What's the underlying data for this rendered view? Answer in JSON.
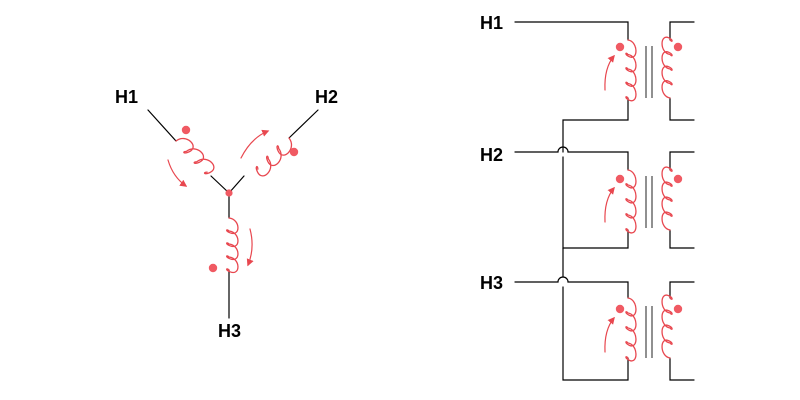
{
  "colors": {
    "coil": "#e8474f",
    "dot": "#f05a63",
    "wire": "#000000",
    "core": "#555555"
  },
  "wye": {
    "labels": {
      "h1": "H1",
      "h2": "H2",
      "h3": "H3"
    }
  },
  "bank": {
    "labels": {
      "h1": "H1",
      "h2": "H2",
      "h3": "H3"
    }
  }
}
